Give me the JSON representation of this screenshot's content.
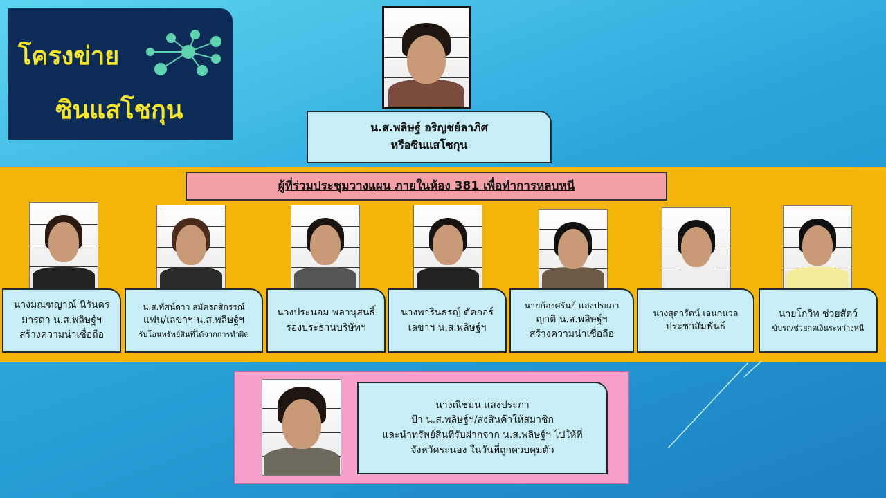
{
  "title": {
    "line1": "โครงข่าย",
    "line2": "ซินแสโชกุน"
  },
  "leader": {
    "name": "น.ส.พลิษฐ์ อริญชย์ลาภิศ",
    "alias": "หรือซินแสโชกุน"
  },
  "section_header": "ผู้ที่ร่วมประชุมวางแผน ภายในห้อง 381 เพื่อทำการหลบหนี",
  "members": [
    {
      "lines": [
        "นางมณฑญาณ์ นิรันดร",
        "มารดา น.ส.พลิษฐ์ฯ",
        "สร้างความน่าเชื่อถือ"
      ]
    },
    {
      "lines": [
        "น.ส.ทัศน์ดาว สมัครกสิกรรณ์",
        "แฟน/เลขาฯ น.ส.พลิษฐ์ฯ",
        "รับโอนทรัพย์สินที่ได้จากการทำผิด"
      ]
    },
    {
      "lines": [
        "นางประนอม พลานุสนธิ์",
        "รองประธานบริษัทฯ"
      ]
    },
    {
      "lines": [
        "นางพารินธรญ์ ดัคกอร์",
        "เลขาฯ น.ส.พลิษฐ์ฯ"
      ]
    },
    {
      "lines": [
        "นายก้องศรันย์ แสงประภา",
        "ญาติ น.ส.พลิษฐ์ฯ",
        "สร้างความน่าเชื่อถือ"
      ]
    },
    {
      "lines": [
        "นางสุดารัตน์ เอนกนวล",
        "ประชาสัมพันธ์"
      ]
    },
    {
      "lines": [
        "นายโกวิท ช่วยสัตว์",
        "ขับรถ/ช่วยกดเงินระหว่างหนี"
      ]
    }
  ],
  "aunt": {
    "lines": [
      "นางณิชมน แสงประภา",
      "ป้า น.ส.พลิษฐ์ฯ/ส่งสินค้าให้สมาชิก",
      "และนำทรัพย์สินที่รับฝากจาก น.ส.พลิษฐ์ฯ ไปให้ที่",
      "จังหวัดระนอง ในวันที่ถูกควบคุมตัว"
    ]
  },
  "colors": {
    "title_bg": "#0d2b57",
    "title_text": "#f6e62a",
    "band": "#f5b50a",
    "card": "#c7eef6",
    "header": "#f3a0a6",
    "pink_panel": "#f6a0c9"
  }
}
